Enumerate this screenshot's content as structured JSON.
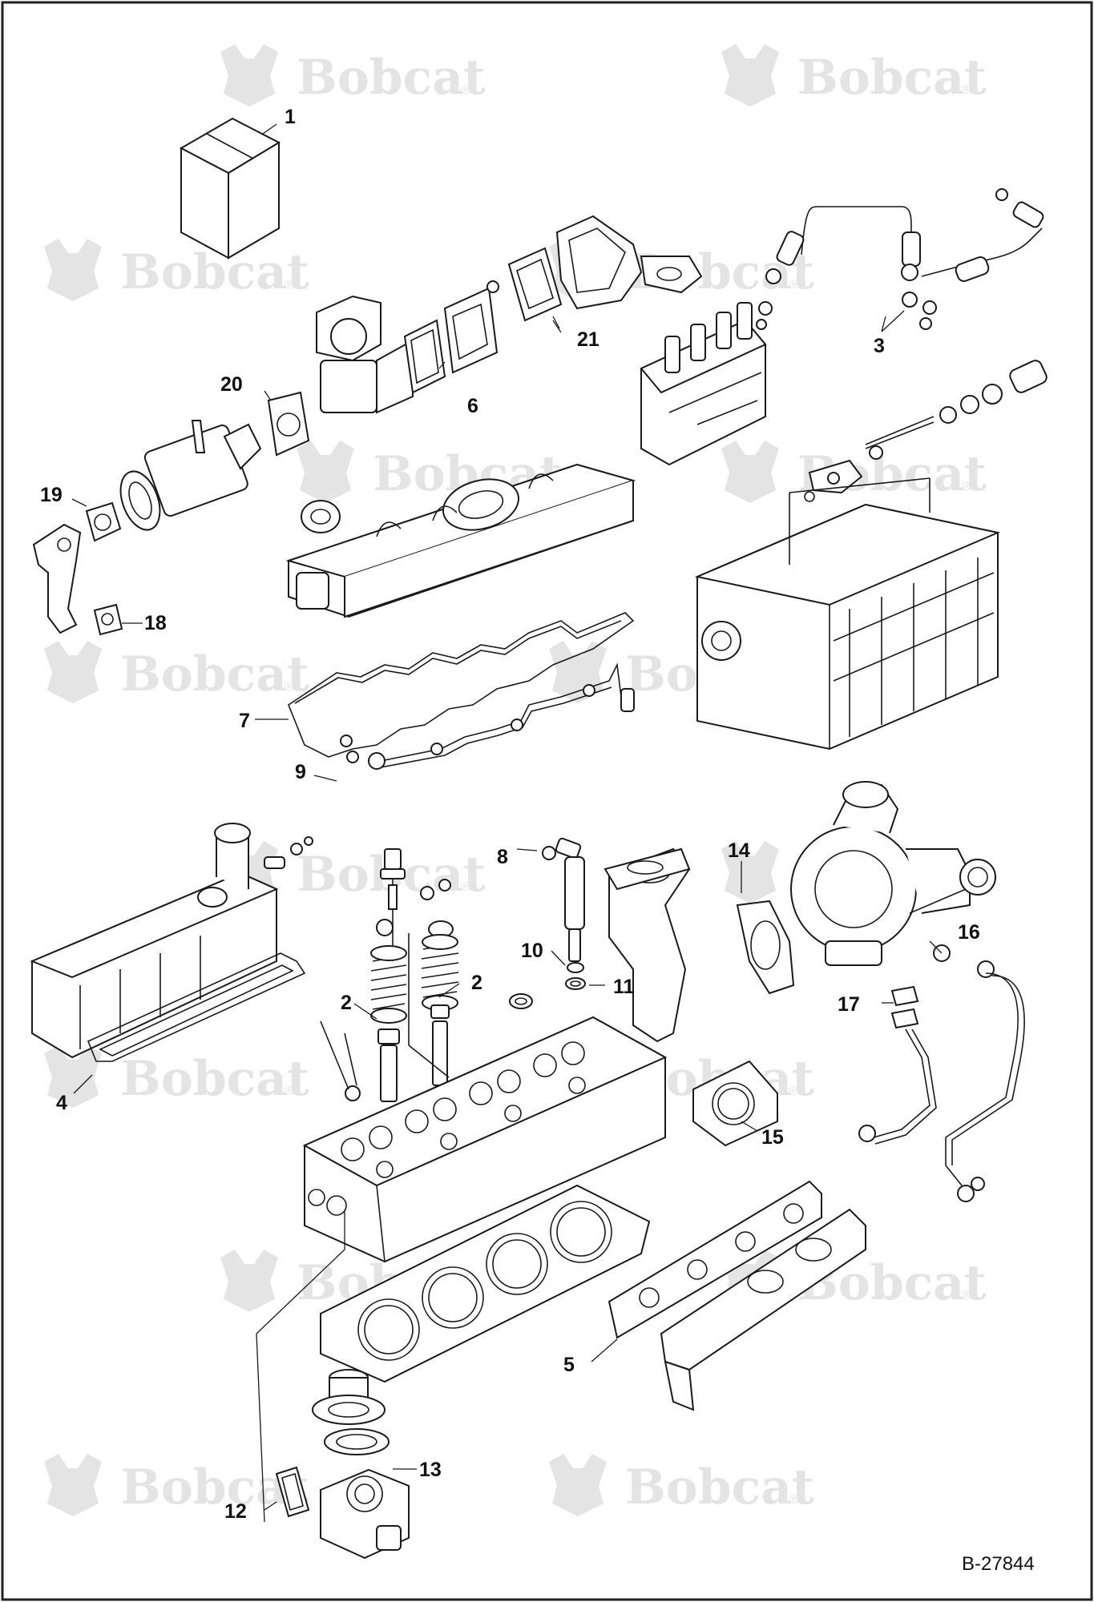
{
  "watermark": {
    "text": "Bobcat",
    "registered": "®"
  },
  "callouts": [
    "1",
    "2",
    "2",
    "3",
    "4",
    "5",
    "6",
    "7",
    "8",
    "9",
    "10",
    "11",
    "12",
    "13",
    "14",
    "15",
    "16",
    "17",
    "18",
    "19",
    "20",
    "21"
  ],
  "document_id": "B-27844",
  "colors": {
    "line": "#1a1a1a",
    "watermark": "#e4e4e4",
    "background": "#ffffff"
  }
}
